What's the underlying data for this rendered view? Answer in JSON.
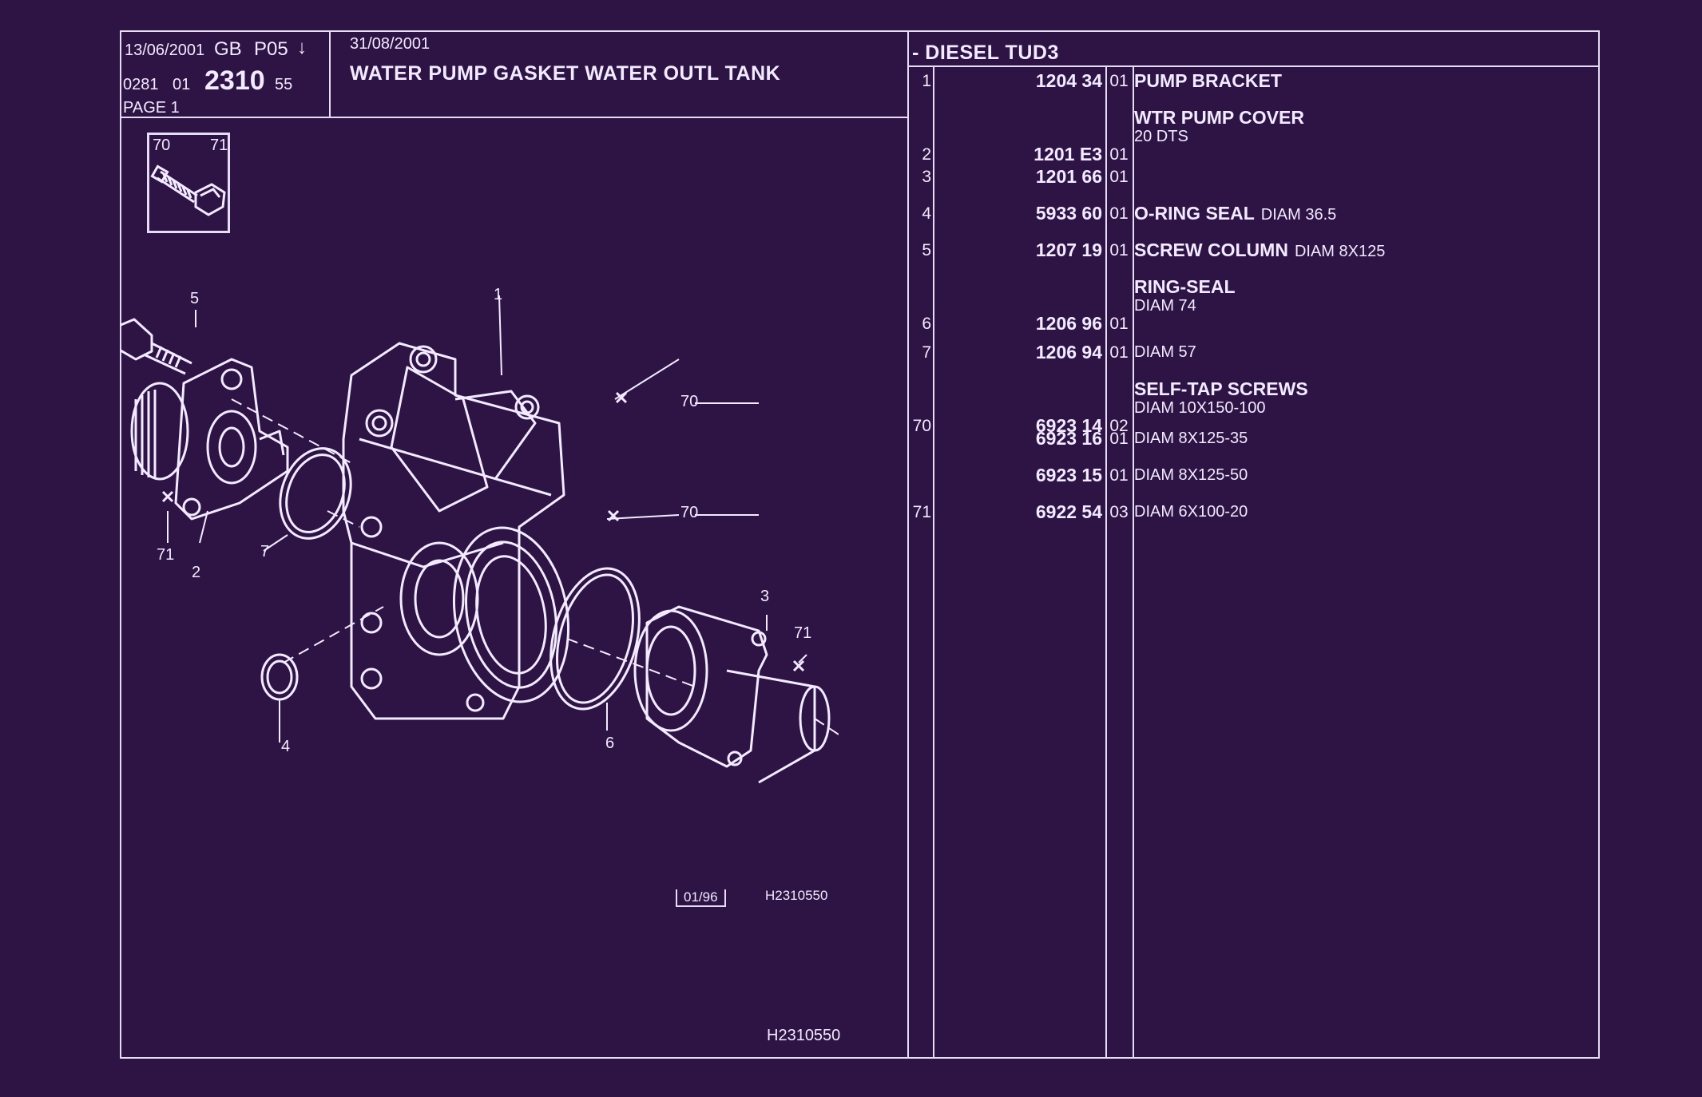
{
  "header": {
    "date_left": "13/06/2001",
    "lang": "GB",
    "page_code": "P05",
    "arrow": "↓",
    "code_a": "0281",
    "code_b": "01",
    "code_main": "2310",
    "code_c": "55",
    "page_label": "PAGE 1",
    "date_mid": "31/08/2001",
    "title": "WATER PUMP GASKET WATER OUTL TANK",
    "section": "- DIESEL TUD3"
  },
  "icon_box": {
    "label_a": "70",
    "label_b": "71",
    "icon": "bolt-icon"
  },
  "drawing": {
    "callouts": [
      "1",
      "2",
      "3",
      "4",
      "5",
      "6",
      "7",
      "70",
      "70",
      "71",
      "71"
    ],
    "edition": "01/96",
    "ref_code": "H2310550",
    "footer_code": "H2310550"
  },
  "parts": [
    {
      "ref": "1",
      "pn": "1204 34",
      "qty": "01",
      "name": "PUMP BRACKET",
      "detail": "",
      "sub": ""
    },
    {
      "ref": "2",
      "pn": "1201 E3",
      "qty": "01",
      "name": "WTR PUMP COVER",
      "detail": "",
      "sub": "20 DTS"
    },
    {
      "ref": "3",
      "pn": "1201 66",
      "qty": "01",
      "name": "",
      "detail": "",
      "sub": ""
    },
    {
      "ref": "4",
      "pn": "5933 60",
      "qty": "01",
      "name": "O-RING SEAL",
      "detail": "DIAM 36.5",
      "sub": ""
    },
    {
      "ref": "5",
      "pn": "1207 19",
      "qty": "01",
      "name": "SCREW COLUMN",
      "detail": "DIAM 8X125",
      "sub": ""
    },
    {
      "ref": "6",
      "pn": "1206 96",
      "qty": "01",
      "name": "RING-SEAL",
      "detail": "",
      "sub": "DIAM 74"
    },
    {
      "ref": "7",
      "pn": "1206 94",
      "qty": "01",
      "name": "",
      "detail": "",
      "sub": "DIAM 57"
    },
    {
      "ref": "70",
      "pn": "6923 14",
      "qty": "02",
      "name": "SELF-TAP SCREWS",
      "detail": "",
      "sub": "DIAM 10X150-100"
    },
    {
      "ref": "",
      "pn": "6923 16",
      "qty": "01",
      "name": "",
      "detail": "",
      "sub": "DIAM 8X125-35"
    },
    {
      "ref": "",
      "pn": "6923 15",
      "qty": "01",
      "name": "",
      "detail": "",
      "sub": "DIAM 8X125-50"
    },
    {
      "ref": "71",
      "pn": "6922 54",
      "qty": "03",
      "name": "",
      "detail": "",
      "sub": "DIAM 6X100-20"
    }
  ]
}
